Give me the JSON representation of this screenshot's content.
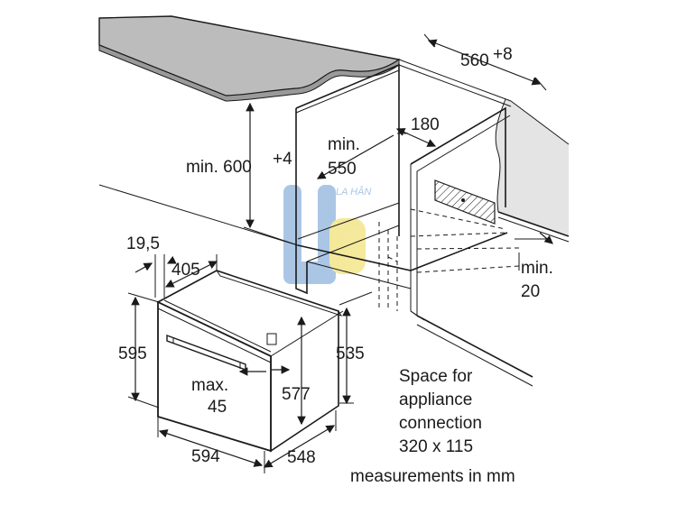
{
  "labels": {
    "depth_top": "560",
    "depth_top_sup": "+8",
    "niche_height": "min. 600",
    "niche_height_sup": "+4",
    "min550_line1": "min.",
    "min550_line2": "550",
    "gap180": "180",
    "min20_line1": "min.",
    "min20_line2": "20",
    "d19_5": "19,5",
    "d405": "405",
    "d595": "595",
    "max45_line1": "max.",
    "max45_line2": "45",
    "d577": "577",
    "d535": "535",
    "d594": "594",
    "d548": "548",
    "space_line1": "Space for",
    "space_line2": "appliance",
    "space_line3": "connection",
    "space_line4": "320 x 115",
    "measurements": "measurements in mm",
    "watermark": "LA HÂN"
  },
  "colors": {
    "countertop_fill": "#bcbcbc",
    "side_panel_fill": "#e4e4e4",
    "line": "#1a1a1a",
    "watermark_blue": "#8fb3dd",
    "watermark_yellow": "#f1e27a"
  }
}
